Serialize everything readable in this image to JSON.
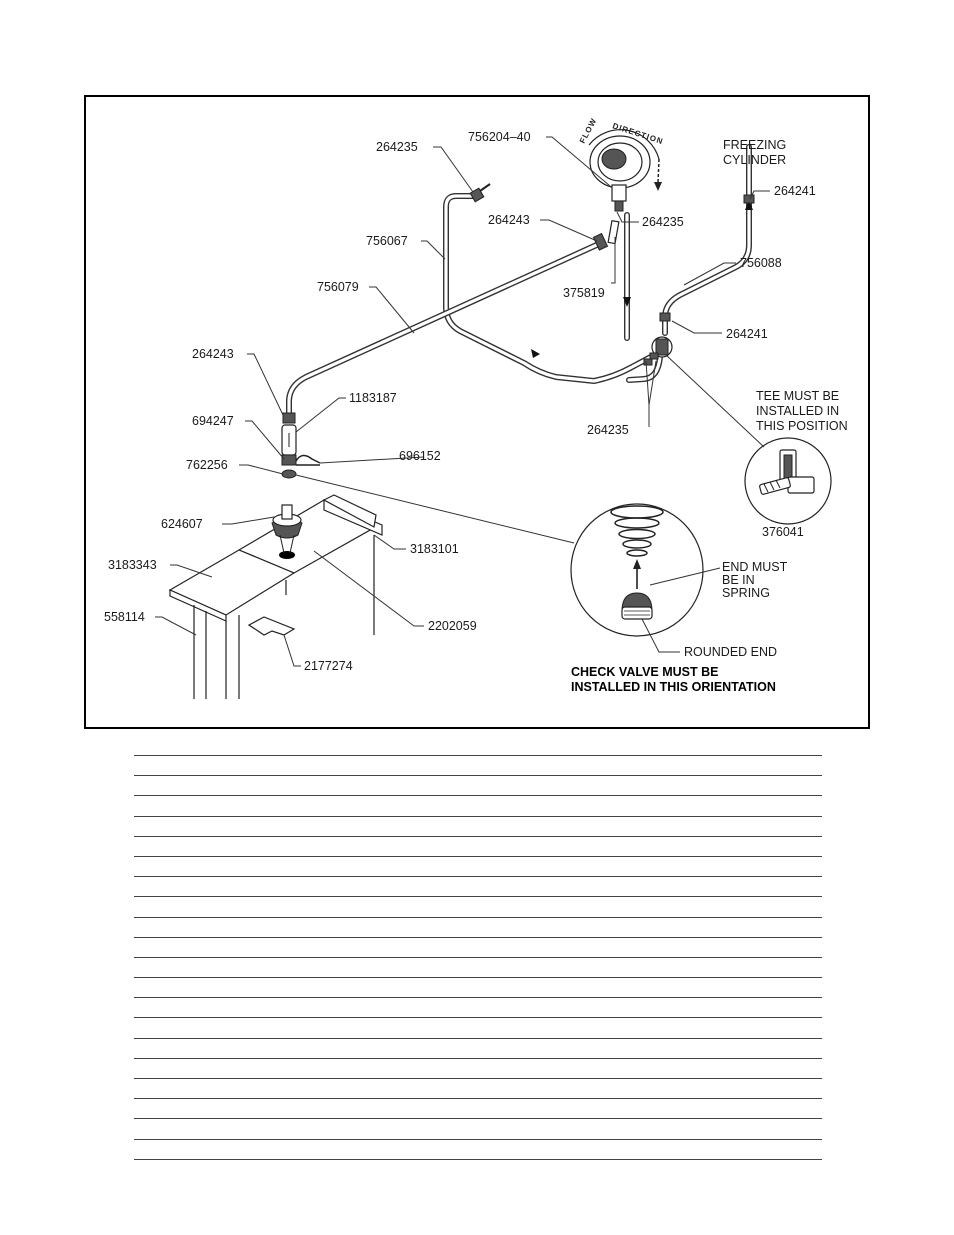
{
  "diagram": {
    "part_labels": {
      "p264235_top": "264235",
      "p756204": "756204–40",
      "p264243_top": "264243",
      "p264235_right": "264235",
      "p756067": "756067",
      "p375819": "375819",
      "p756079": "756079",
      "p264241_top": "264241",
      "p756088": "756088",
      "p264241_mid": "264241",
      "p264243_left": "264243",
      "p1183187": "1183187",
      "p694247": "694247",
      "p696152": "696152",
      "p762256": "762256",
      "p264235_bottom": "264235",
      "p376041": "376041",
      "p624607": "624607",
      "p3183101": "3183101",
      "p3183343": "3183343",
      "p558114": "558114",
      "p2202059": "2202059",
      "p2177274": "2177274"
    },
    "flow_text": "FLOW DIRECTION",
    "freezing_cylinder": [
      "FREEZING",
      "CYLINDER"
    ],
    "tee_note": [
      "TEE MUST BE",
      "INSTALLED IN",
      "THIS POSITION"
    ],
    "end_note": [
      "END MUST",
      "BE IN",
      "SPRING"
    ],
    "rounded_end": "ROUNDED END",
    "check_valve_note": [
      "CHECK VALVE MUST BE",
      "INSTALLED IN THIS ORIENTATION"
    ]
  },
  "notes": {
    "blank_lines": 21
  }
}
